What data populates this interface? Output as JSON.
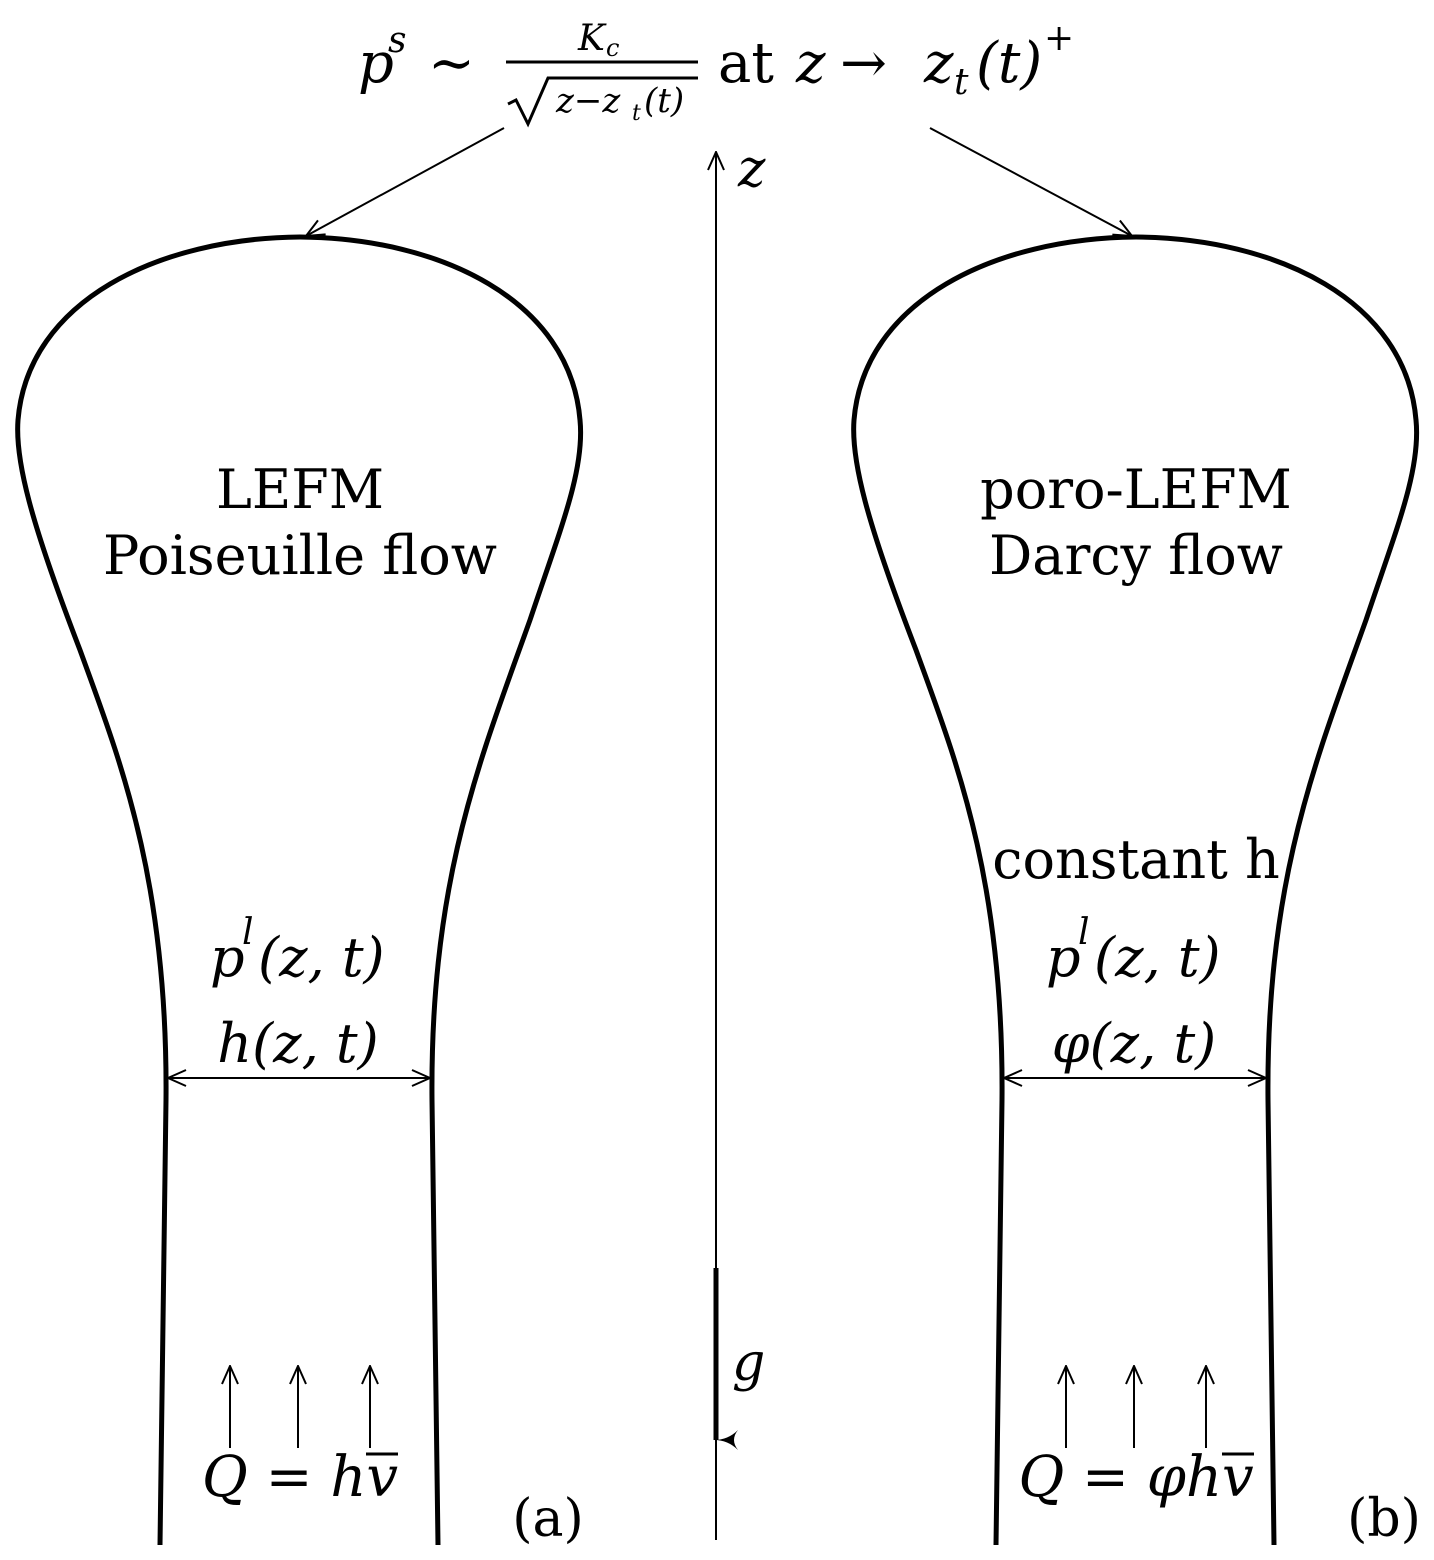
{
  "formula": {
    "lhs_base": "p",
    "lhs_sup": "s",
    "sim": "∼",
    "frac_num_base": "K",
    "frac_num_sub": "c",
    "frac_den": "z−z",
    "frac_den_sub": "t",
    "frac_den_tail": "(t)",
    "at_word": "at",
    "z_var": "z",
    "arrow": "→",
    "rhs_base": "z",
    "rhs_sub": "t",
    "rhs_tail": "(t)",
    "rhs_sup": "+"
  },
  "axis": {
    "z_label": "z",
    "g_label": "g"
  },
  "panel_a": {
    "title_line1": "LEFM",
    "title_line2": "Poiseuille flow",
    "pressure_base": "p",
    "pressure_sup": "l",
    "pressure_args": "(z, t)",
    "width_label": "h(z, t)",
    "flux_label": "Q = hv",
    "flux_bar": "v",
    "panel_tag": "(a)"
  },
  "panel_b": {
    "note": "constant h",
    "title_line1": "poro-LEFM",
    "title_line2": "Darcy flow",
    "pressure_base": "p",
    "pressure_sup": "l",
    "pressure_args": "(z, t)",
    "width_label": "φ(z, t)",
    "flux_label": "Q = φhv",
    "panel_tag": "(b)"
  },
  "colors": {
    "ink": "#000000",
    "background": "#ffffff"
  }
}
